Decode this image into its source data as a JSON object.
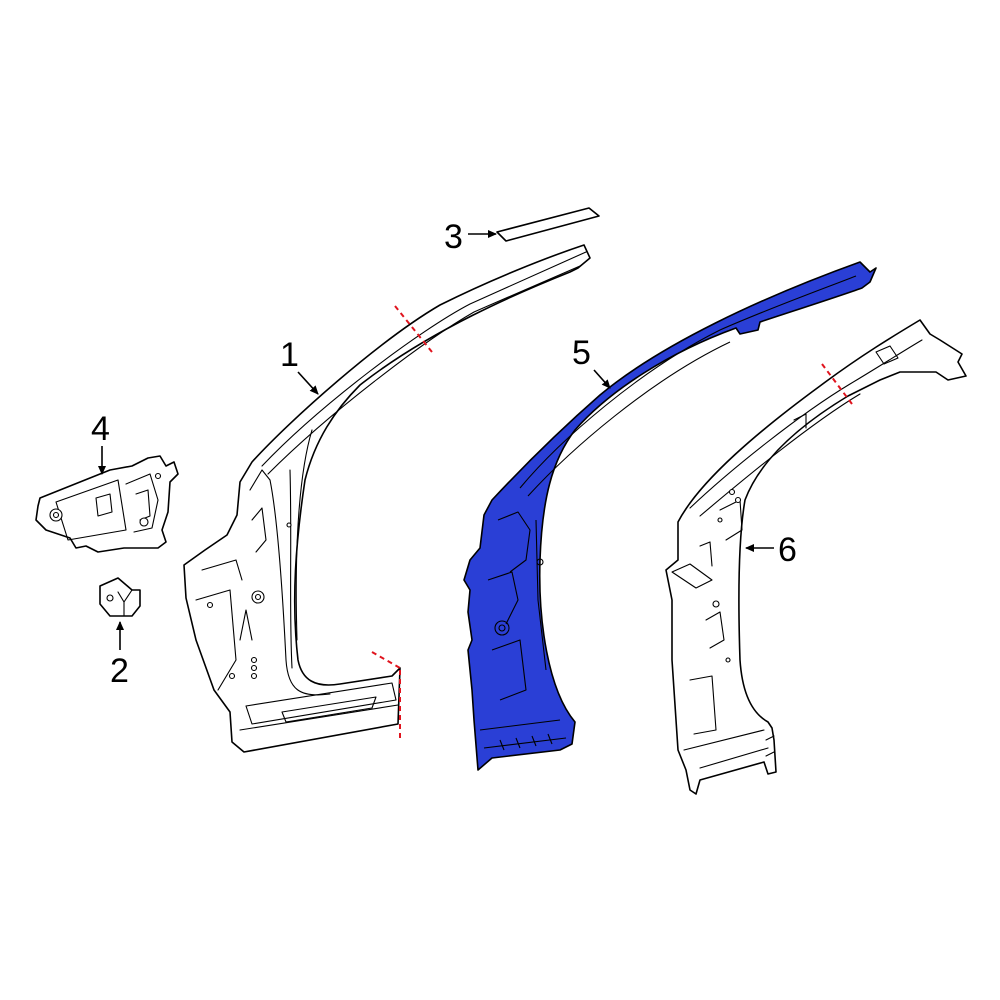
{
  "colors": {
    "highlight": "#2a3fd6",
    "cut_line": "#e0141e",
    "outline": "#000000",
    "background": "#ffffff"
  },
  "callouts": [
    {
      "id": "1",
      "label": "1"
    },
    {
      "id": "2",
      "label": "2"
    },
    {
      "id": "3",
      "label": "3"
    },
    {
      "id": "4",
      "label": "4"
    },
    {
      "id": "5",
      "label": "5"
    },
    {
      "id": "6",
      "label": "6"
    }
  ],
  "highlighted_part": "5"
}
